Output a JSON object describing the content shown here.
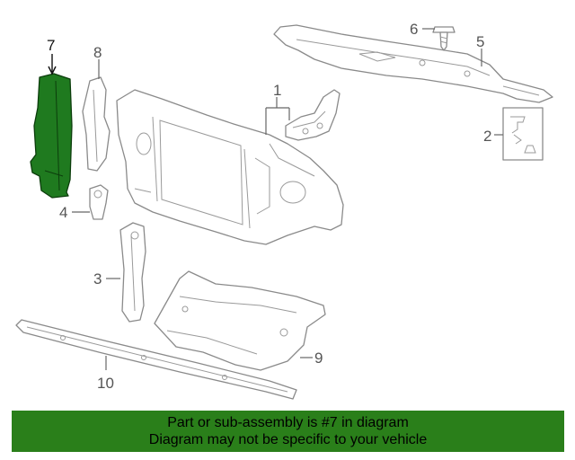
{
  "diagram": {
    "highlighted_part": "7",
    "callouts": [
      {
        "id": "c1",
        "label": "1"
      },
      {
        "id": "c2",
        "label": "2"
      },
      {
        "id": "c3",
        "label": "3"
      },
      {
        "id": "c4",
        "label": "4"
      },
      {
        "id": "c5",
        "label": "5"
      },
      {
        "id": "c6",
        "label": "6"
      },
      {
        "id": "c7",
        "label": "7"
      },
      {
        "id": "c8",
        "label": "8"
      },
      {
        "id": "c9",
        "label": "9"
      },
      {
        "id": "c10",
        "label": "10"
      }
    ],
    "colors": {
      "highlight": "#1f7a1f",
      "banner": "#2a7f1a",
      "line": "#8a8a8a"
    }
  },
  "banner": {
    "line1": "Part or sub-assembly is #7 in diagram",
    "line2": "Diagram may not be specific to your vehicle"
  }
}
